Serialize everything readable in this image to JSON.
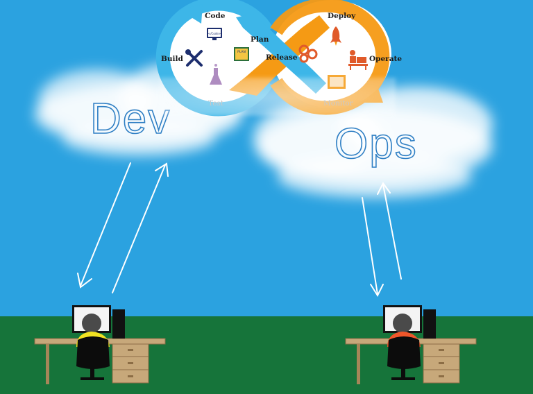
{
  "colors": {
    "sky": "#2ba2e0",
    "grass": "#16743a",
    "dev_loop": "#3db6e8",
    "ops_loop": "#f59a14",
    "person_left_shirt": "#f2e222",
    "person_right_shirt": "#f0562a",
    "desk": "#c7a87a"
  },
  "diagram": {
    "stages": {
      "code": "Code",
      "build": "Build",
      "test": "Test",
      "plan": "Plan",
      "release": "Release",
      "deploy": "Deploy",
      "operate": "Operate",
      "monitor": "Monitor"
    },
    "code_icon_text": "</Code>",
    "plan_icon_text": "PLAN"
  },
  "clouds": {
    "dev_word": "Dev",
    "ops_word": "Ops"
  },
  "icons": [
    "code-monitor-icon",
    "tools-icon",
    "flask-icon",
    "plan-board-icon",
    "gears-icon",
    "rocket-icon",
    "operator-icon",
    "monitor-screen-icon"
  ]
}
